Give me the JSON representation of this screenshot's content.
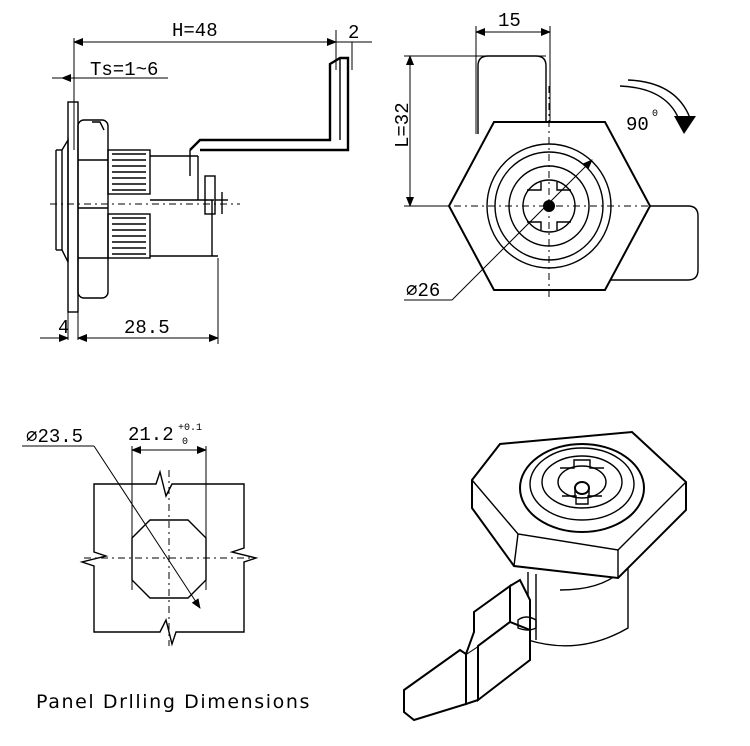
{
  "labels": {
    "height": "H=48",
    "tab_thickness": "2",
    "panel_thickness": "Ts=1~6",
    "flange": "4",
    "body_length": "28.5",
    "width": "15",
    "cam_length": "L=32",
    "rotation_value": "90",
    "rotation_unit": "0",
    "nut_diameter": "∅26",
    "hole_diameter": "∅23.5",
    "flat_width": "21.2",
    "tol_upper": "+0.1",
    "tol_lower": "0",
    "caption": "Panel Drlling Dimensions"
  }
}
